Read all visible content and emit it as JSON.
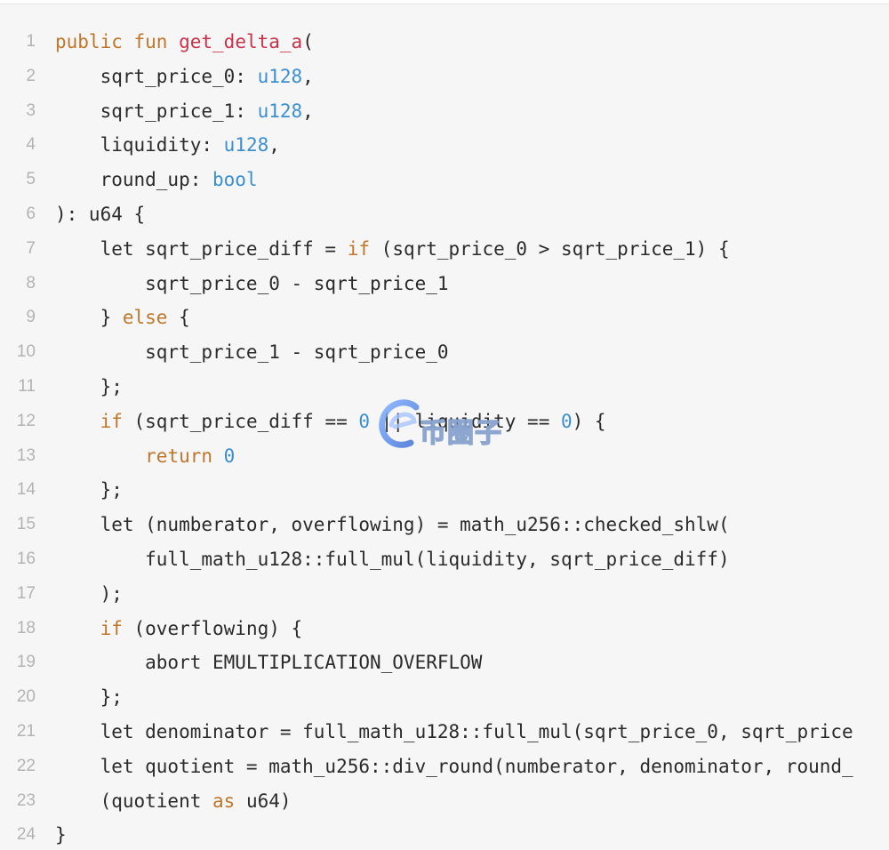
{
  "colors": {
    "keyword": "#c0762b",
    "function_name": "#c8334a",
    "type": "#3b8fd1",
    "number": "#3b8fd1",
    "text": "#2b2b2b",
    "line_number": "#b3b3b3",
    "background": "#f6f6f6"
  },
  "watermark": {
    "text": "币圈子",
    "icon": "e-logo-icon"
  },
  "lines": [
    {
      "n": "1",
      "tokens": [
        {
          "t": "public",
          "k": "kw"
        },
        {
          "t": " ",
          "k": "plain"
        },
        {
          "t": "fun",
          "k": "kw"
        },
        {
          "t": " ",
          "k": "plain"
        },
        {
          "t": "get_delta_a",
          "k": "fn"
        },
        {
          "t": "(",
          "k": "plain"
        }
      ]
    },
    {
      "n": "2",
      "tokens": [
        {
          "t": "    sqrt_price_0: ",
          "k": "plain"
        },
        {
          "t": "u128",
          "k": "ty"
        },
        {
          "t": ",",
          "k": "plain"
        }
      ]
    },
    {
      "n": "3",
      "tokens": [
        {
          "t": "    sqrt_price_1: ",
          "k": "plain"
        },
        {
          "t": "u128",
          "k": "ty"
        },
        {
          "t": ",",
          "k": "plain"
        }
      ]
    },
    {
      "n": "4",
      "tokens": [
        {
          "t": "    liquidity: ",
          "k": "plain"
        },
        {
          "t": "u128",
          "k": "ty"
        },
        {
          "t": ",",
          "k": "plain"
        }
      ]
    },
    {
      "n": "5",
      "tokens": [
        {
          "t": "    round_up: ",
          "k": "plain"
        },
        {
          "t": "bool",
          "k": "ty"
        }
      ]
    },
    {
      "n": "6",
      "tokens": [
        {
          "t": "): u64 {",
          "k": "plain"
        }
      ]
    },
    {
      "n": "7",
      "tokens": [
        {
          "t": "    let sqrt_price_diff = ",
          "k": "plain"
        },
        {
          "t": "if",
          "k": "kw"
        },
        {
          "t": " (sqrt_price_0 > sqrt_price_1) {",
          "k": "plain"
        }
      ]
    },
    {
      "n": "8",
      "tokens": [
        {
          "t": "        sqrt_price_0 - sqrt_price_1",
          "k": "plain"
        }
      ]
    },
    {
      "n": "9",
      "tokens": [
        {
          "t": "    } ",
          "k": "plain"
        },
        {
          "t": "else",
          "k": "kw"
        },
        {
          "t": " {",
          "k": "plain"
        }
      ]
    },
    {
      "n": "10",
      "tokens": [
        {
          "t": "        sqrt_price_1 - sqrt_price_0",
          "k": "plain"
        }
      ]
    },
    {
      "n": "11",
      "tokens": [
        {
          "t": "    };",
          "k": "plain"
        }
      ]
    },
    {
      "n": "12",
      "tokens": [
        {
          "t": "    ",
          "k": "plain"
        },
        {
          "t": "if",
          "k": "kw"
        },
        {
          "t": " (sqrt_price_diff == ",
          "k": "plain"
        },
        {
          "t": "0",
          "k": "num"
        },
        {
          "t": " || liquidity == ",
          "k": "plain"
        },
        {
          "t": "0",
          "k": "num"
        },
        {
          "t": ") {",
          "k": "plain"
        }
      ]
    },
    {
      "n": "13",
      "tokens": [
        {
          "t": "        ",
          "k": "plain"
        },
        {
          "t": "return",
          "k": "kw"
        },
        {
          "t": " ",
          "k": "plain"
        },
        {
          "t": "0",
          "k": "num"
        }
      ]
    },
    {
      "n": "14",
      "tokens": [
        {
          "t": "    };",
          "k": "plain"
        }
      ]
    },
    {
      "n": "15",
      "tokens": [
        {
          "t": "    let (numberator, overflowing) = math_u256::checked_shlw(",
          "k": "plain"
        }
      ]
    },
    {
      "n": "16",
      "tokens": [
        {
          "t": "        full_math_u128::full_mul(liquidity, sqrt_price_diff)",
          "k": "plain"
        }
      ]
    },
    {
      "n": "17",
      "tokens": [
        {
          "t": "    );",
          "k": "plain"
        }
      ]
    },
    {
      "n": "18",
      "tokens": [
        {
          "t": "    ",
          "k": "plain"
        },
        {
          "t": "if",
          "k": "kw"
        },
        {
          "t": " (overflowing) {",
          "k": "plain"
        }
      ]
    },
    {
      "n": "19",
      "tokens": [
        {
          "t": "        abort EMULTIPLICATION_OVERFLOW",
          "k": "plain"
        }
      ]
    },
    {
      "n": "20",
      "tokens": [
        {
          "t": "    };",
          "k": "plain"
        }
      ]
    },
    {
      "n": "21",
      "tokens": [
        {
          "t": "    let denominator = full_math_u128::full_mul(sqrt_price_0, sqrt_price",
          "k": "plain"
        }
      ]
    },
    {
      "n": "22",
      "tokens": [
        {
          "t": "    let quotient = math_u256::div_round(numberator, denominator, round_",
          "k": "plain"
        }
      ]
    },
    {
      "n": "23",
      "tokens": [
        {
          "t": "    (quotient ",
          "k": "plain"
        },
        {
          "t": "as",
          "k": "kw"
        },
        {
          "t": " u64)",
          "k": "plain"
        }
      ]
    },
    {
      "n": "24",
      "tokens": [
        {
          "t": "}",
          "k": "plain"
        }
      ]
    }
  ]
}
